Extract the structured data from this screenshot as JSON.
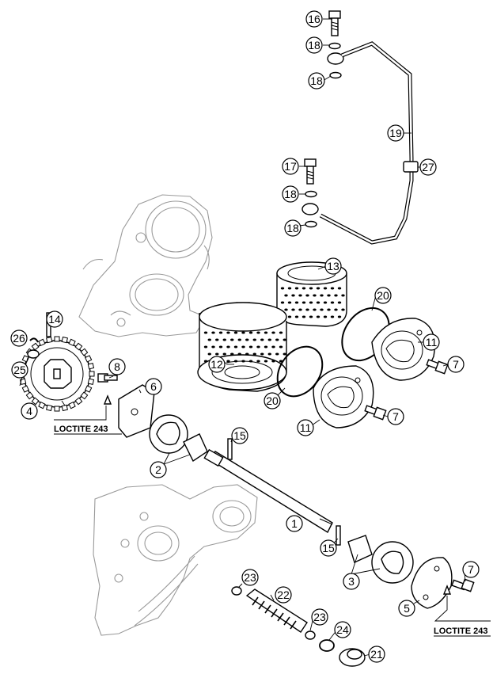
{
  "diagram": {
    "callouts": [
      "16",
      "18",
      "18",
      "19",
      "27",
      "17",
      "18",
      "18",
      "13",
      "20",
      "11",
      "7",
      "12",
      "20",
      "11",
      "7",
      "14",
      "26",
      "25",
      "4",
      "8",
      "6",
      "2",
      "15",
      "1",
      "15",
      "3",
      "7",
      "5",
      "23",
      "22",
      "23",
      "24",
      "21"
    ],
    "notes": [
      "LOCTITE 243",
      "LOCTITE 243"
    ]
  }
}
